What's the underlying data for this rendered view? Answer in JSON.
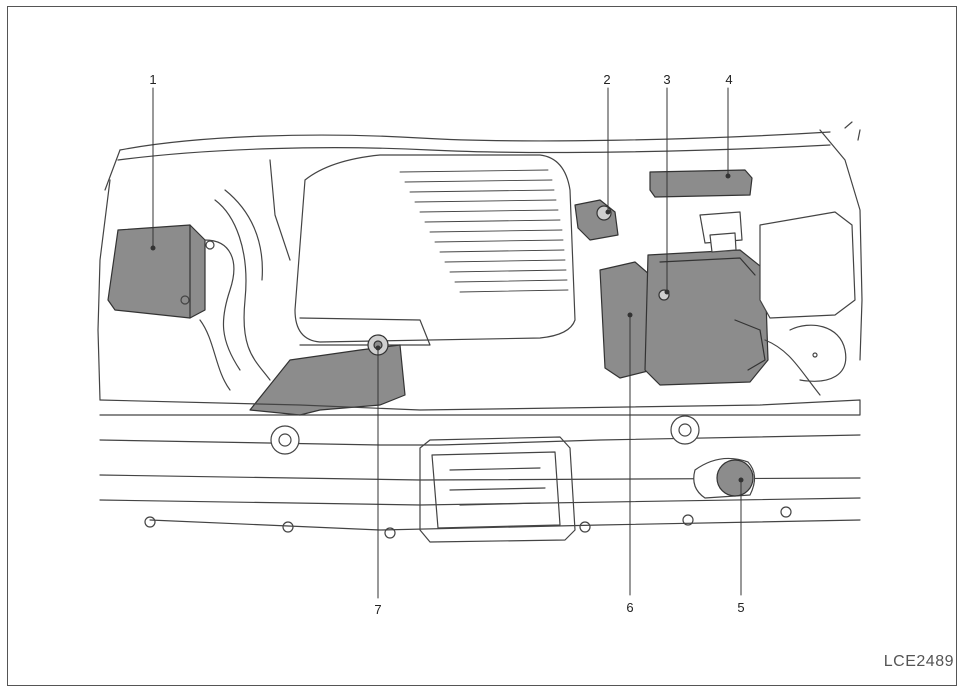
{
  "callouts": [
    "1",
    "2",
    "3",
    "4",
    "5",
    "6",
    "7"
  ],
  "figure_code": "LCE2489"
}
